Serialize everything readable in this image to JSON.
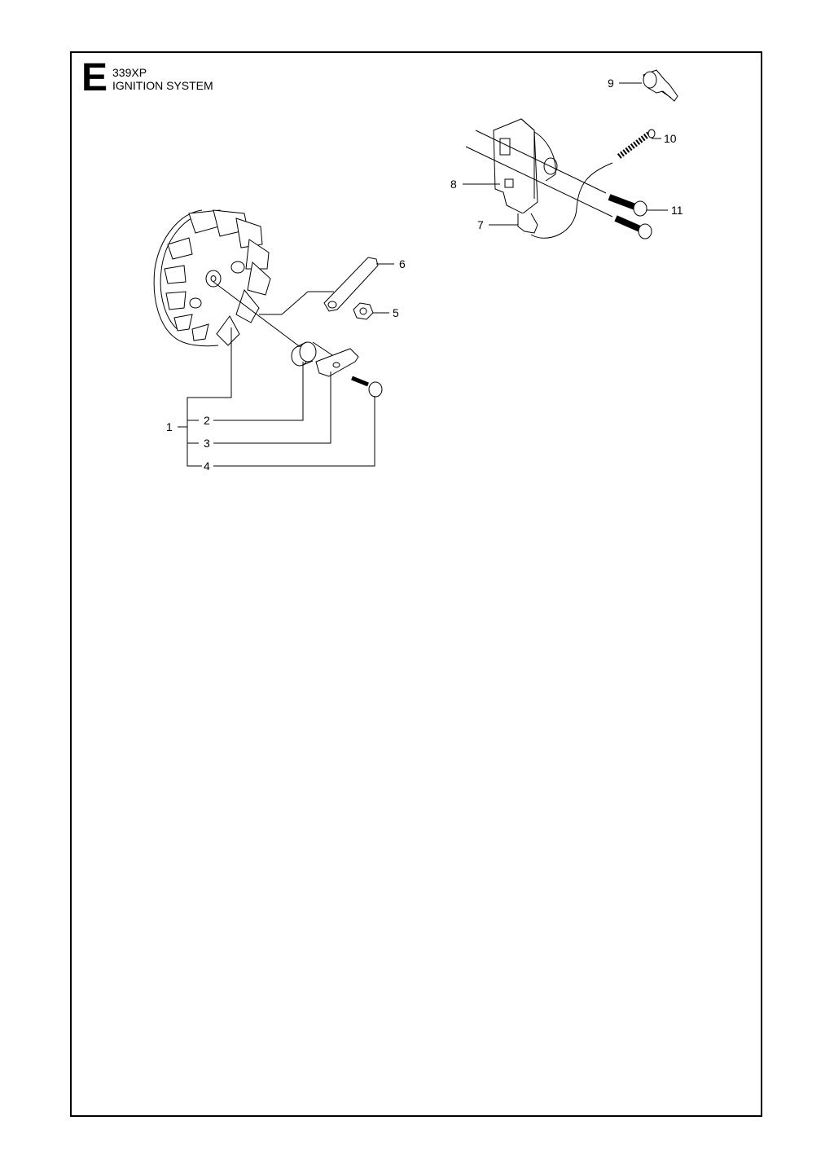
{
  "header": {
    "section_letter": "E",
    "model": "339XP",
    "title": "IGNITION SYSTEM"
  },
  "callouts": {
    "c1": "1",
    "c2": "2",
    "c3": "3",
    "c4": "4",
    "c5": "5",
    "c6": "6",
    "c7": "7",
    "c8": "8",
    "c9": "9",
    "c10": "10",
    "c11": "11"
  }
}
